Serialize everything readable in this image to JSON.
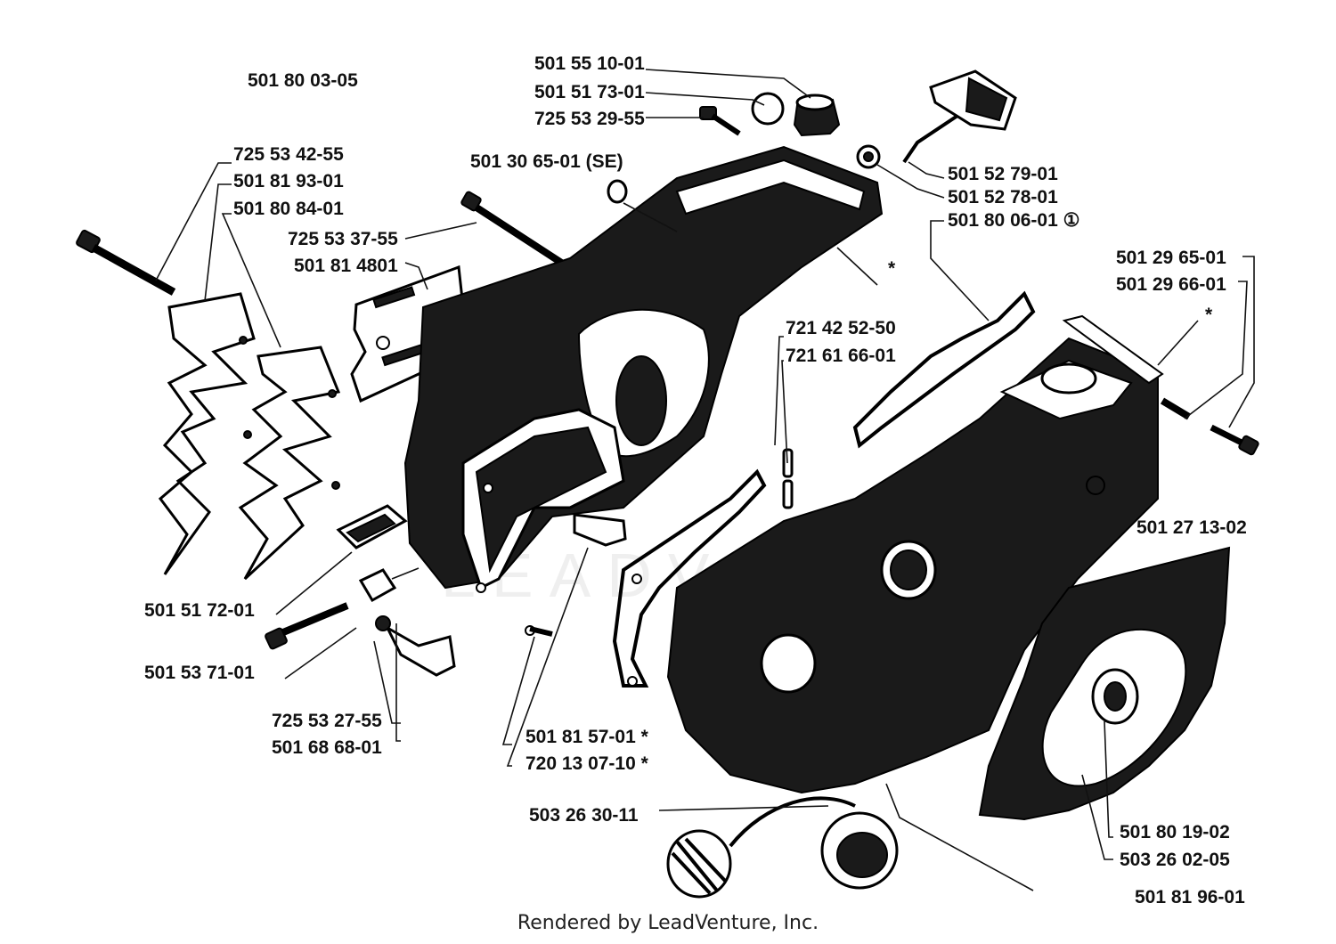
{
  "labels": {
    "p1": "501 80 03-05",
    "p2": "501 55 10-01",
    "p3": "501 51 73-01",
    "p4": "725 53 29-55",
    "p5": "501 30 65-01 (SE)",
    "p6": "501 52 79-01",
    "p7": "501 52 78-01",
    "p8": "501 80 06-01 ①",
    "p9": "725 53 42-55",
    "p10": "501 81 93-01",
    "p11": "501 80 84-01",
    "p12": "725 53 37-55",
    "p13": "501 81 4801",
    "p14": "501 29 65-01",
    "p15": "501 29 66-01",
    "p16": "721 42 52-50",
    "p17": "721 61 66-01",
    "p18": "501 27 13-02",
    "p19": "501 51 72-01",
    "p20": "501 53 71-01",
    "p21": "725 53 27-55",
    "p22": "501 68 68-01",
    "p23": "501 81 57-01  *",
    "p24": "720 13 07-10  *",
    "p25": "503 26 30-11",
    "p26": "501 80 19-02",
    "p27": "503 26 02-05",
    "p28": "501 81 96-01",
    "star1": "*",
    "star2": "*"
  },
  "footer": "Rendered by LeadVenture, Inc.",
  "watermark": "LEADVENTURE"
}
